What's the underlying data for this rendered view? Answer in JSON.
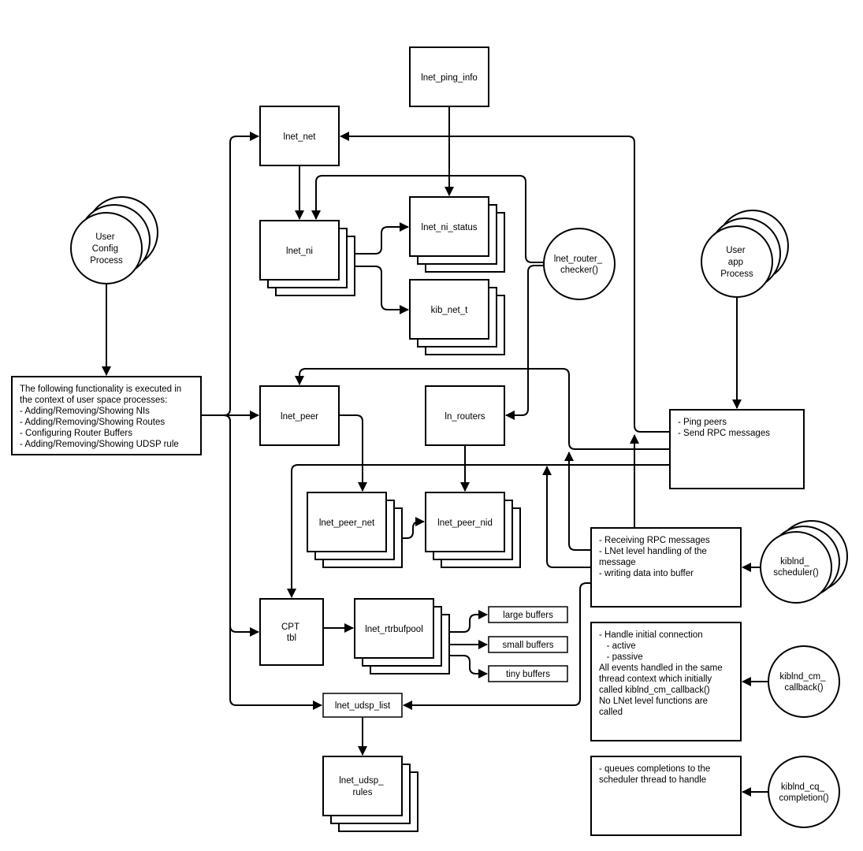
{
  "nodes": {
    "lnet_ping_info": "lnet_ping_info",
    "lnet_net": "lnet_net",
    "lnet_ni": "lnet_ni",
    "lnet_ni_status": "lnet_ni_status",
    "kib_net_t": "kib_net_t",
    "lnet_router_checker": [
      "lnet_router_",
      "checker()"
    ],
    "user_config_process": [
      "User",
      "Config",
      "Process"
    ],
    "user_app_process": [
      "User",
      "app",
      "Process"
    ],
    "lnet_peer": "lnet_peer",
    "ln_routers": "ln_routers",
    "lnet_peer_net": "lnet_peer_net",
    "lnet_peer_nid": "lnet_peer_nid",
    "cpt_tbl": [
      "CPT",
      "tbl"
    ],
    "lnet_rtrbufpool": "lnet_rtrbufpool",
    "large_buffers": "large buffers",
    "small_buffers": "small buffers",
    "tiny_buffers": "tiny buffers",
    "lnet_udsp_list": "lnet_udsp_list",
    "lnet_udsp_rules": [
      "lnet_udsp_",
      "rules"
    ],
    "kiblnd_scheduler": [
      "kiblnd_",
      "scheduler()"
    ],
    "kiblnd_cm_callback": [
      "kiblnd_cm_",
      "callback()"
    ],
    "kiblnd_cq_completion": [
      "kiblnd_cq_",
      "completion()"
    ]
  },
  "notes": {
    "user_space": [
      "The following functionality is executed in",
      "the context of user space processes:",
      "- Adding/Removing/Showing NIs",
      "- Adding/Removing/Showing Routes",
      "- Configuring Router Buffers",
      "- Adding/Removing/Showing UDSP rule"
    ],
    "ping_rpc": [
      "- Ping peers",
      "- Send RPC messages"
    ],
    "receiving": [
      "- Receiving RPC messages",
      "- LNet level handling of the",
      "message",
      "- writing data into buffer"
    ],
    "connection": [
      "- Handle initial connection",
      "   - active",
      "   - passive",
      "All events handled in the same",
      "thread context which initially",
      "called kiblnd_cm_callback()",
      "No LNet level functions are",
      "called"
    ],
    "completions": [
      "- queues completions to the",
      "scheduler thread to handle"
    ]
  }
}
